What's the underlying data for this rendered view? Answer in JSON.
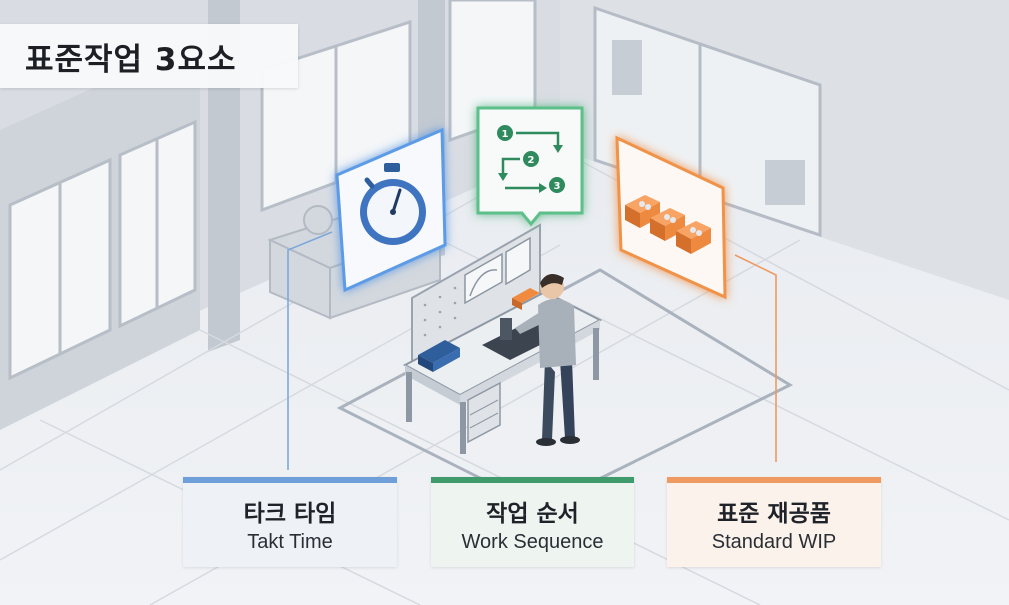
{
  "title": "표준작업 3요소",
  "elements": [
    {
      "label_ko": "타크 타임",
      "label_en": "Takt Time",
      "icon": "stopwatch-icon",
      "color": "#6f9fd8"
    },
    {
      "label_ko": "작업 순서",
      "label_en": "Work Sequence",
      "icon": "sequence-flow-icon",
      "color": "#3f9a6c"
    },
    {
      "label_ko": "표준 재공품",
      "label_en": "Standard WIP",
      "icon": "parts-bins-icon",
      "color": "#ef9a60"
    }
  ],
  "sequence_steps": [
    "1",
    "2",
    "3"
  ]
}
